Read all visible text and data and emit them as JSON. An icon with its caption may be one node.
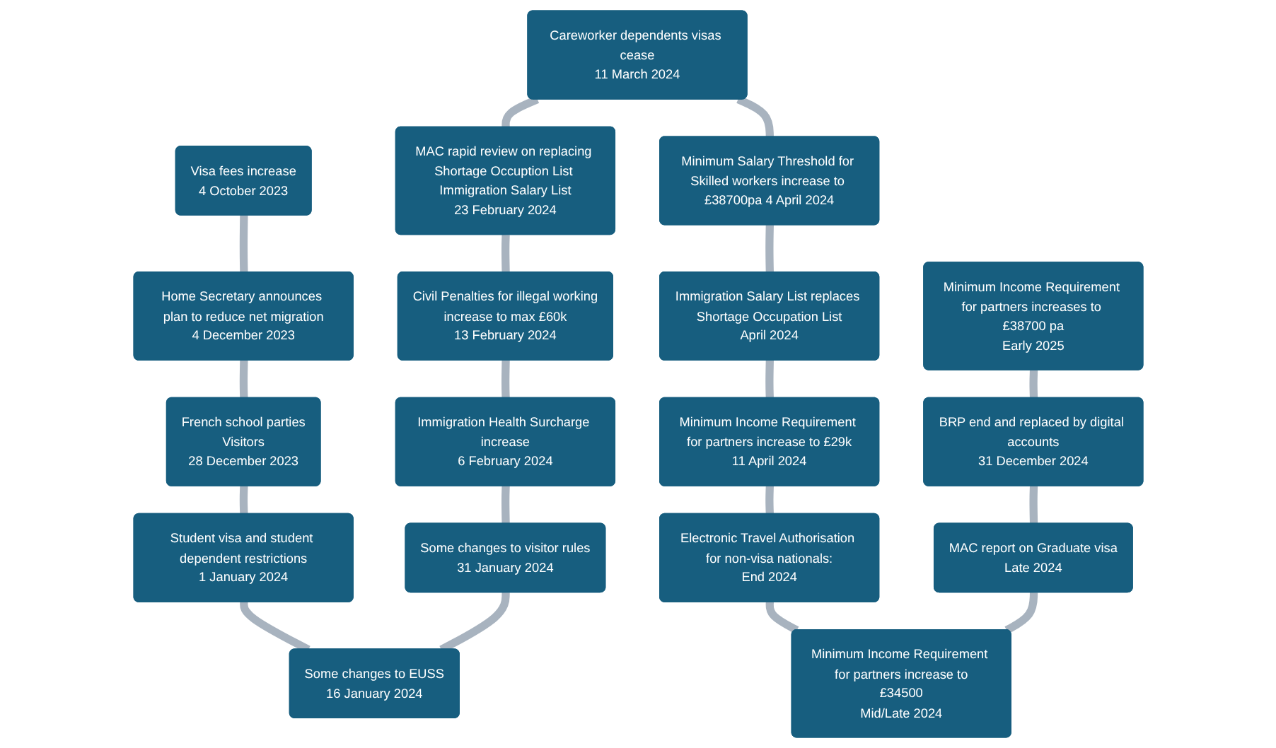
{
  "diagram": {
    "nodes": [
      {
        "text": [
          "Visa fees increase",
          "4 October 2023"
        ]
      },
      {
        "text": [
          "Home Secretary announces plan to reduce net migration",
          "4 December 2023"
        ]
      },
      {
        "text": [
          "French school parties",
          "Visitors",
          "28 December 2023"
        ]
      },
      {
        "text": [
          "Student visa and student dependent restrictions",
          "1 January 2024"
        ]
      },
      {
        "text": [
          "Some changes to EUSS",
          "16 January 2024"
        ]
      },
      {
        "text": [
          "Some changes to visitor rules",
          "31 January 2024"
        ]
      },
      {
        "text": [
          "Immigration Health Surcharge increase",
          "6 February 2024"
        ]
      },
      {
        "text": [
          "Civil Penalties for illegal working",
          "increase to max £60k",
          "13 February 2024"
        ]
      },
      {
        "text": [
          "MAC rapid review on replacing Shortage Occuption List Immigration Salary List",
          "23 February 2024"
        ]
      },
      {
        "text": [
          "Careworker dependents visas cease",
          "11 March 2024"
        ]
      },
      {
        "text": [
          "Minimum Salary Threshold for Skilled workers increase to £38700pa 4 April 2024"
        ]
      },
      {
        "text": [
          "Immigration Salary List replaces Shortage Occupation List",
          "April 2024"
        ]
      },
      {
        "text": [
          "Minimum Income Requirement for partners increase to £29k",
          "11 April 2024"
        ]
      },
      {
        "text": [
          "Electronic Travel Authorisation for non-visa nationals:",
          "End 2024"
        ]
      },
      {
        "text": [
          "Minimum Income Requirement for partners increase to",
          "£34500",
          "Mid/Late 2024"
        ]
      },
      {
        "text": [
          "MAC report on Graduate visa",
          "Late 2024"
        ]
      },
      {
        "text": [
          "BRP end and replaced by digital accounts",
          "31 December 2024"
        ]
      },
      {
        "text": [
          "Minimum Income Requirement for partners increases to £38700 pa",
          "Early 2025"
        ]
      }
    ],
    "edges": [
      {
        "from": 0,
        "to": 1,
        "arrow": "none"
      },
      {
        "from": 1,
        "to": 2,
        "arrow": "none"
      },
      {
        "from": 2,
        "to": 3,
        "arrow": "none"
      },
      {
        "from": 3,
        "to": 4,
        "arrow": "none"
      },
      {
        "from": 4,
        "to": 5,
        "arrow": "none"
      },
      {
        "from": 5,
        "to": 6,
        "arrow": "none"
      },
      {
        "from": 6,
        "to": 7,
        "arrow": "none"
      },
      {
        "from": 7,
        "to": 8,
        "arrow": "none"
      },
      {
        "from": 8,
        "to": 9,
        "arrow": "none"
      },
      {
        "from": 9,
        "to": 10,
        "arrow": "none"
      },
      {
        "from": 10,
        "to": 11,
        "arrow": "none"
      },
      {
        "from": 11,
        "to": 12,
        "arrow": "none"
      },
      {
        "from": 12,
        "to": 13,
        "arrow": "none"
      },
      {
        "from": 13,
        "to": 14,
        "arrow": "none"
      },
      {
        "from": 14,
        "to": 15,
        "arrow": "none"
      },
      {
        "from": 15,
        "to": 16,
        "arrow": "none"
      },
      {
        "from": 16,
        "to": 17,
        "arrow": "none"
      }
    ]
  }
}
